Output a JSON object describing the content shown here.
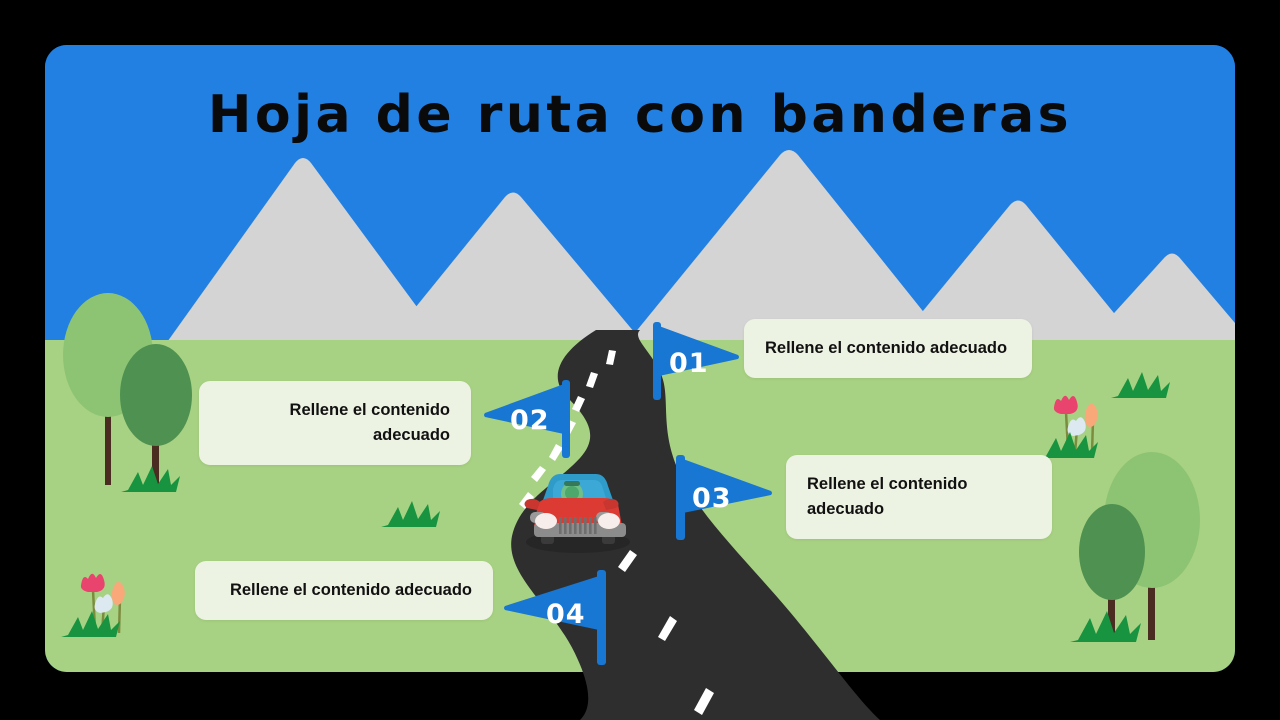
{
  "slide": {
    "title": "Hoja de ruta con banderas",
    "background_outer": "#000000",
    "sky_color": "#2280E3",
    "ground_color": "#A8D283",
    "mountain_color": "#D4D4D4",
    "road_color": "#2E2E2E",
    "flag_color": "#1877D2",
    "card_color": "#EDF3E3",
    "title_color": "#0A0A0A"
  },
  "milestones": [
    {
      "number": "01",
      "text": "Rellene el contenido adecuado",
      "side": "right",
      "direction": "right"
    },
    {
      "number": "02",
      "text": "Rellene el contenido adecuado",
      "side": "left",
      "direction": "left"
    },
    {
      "number": "03",
      "text": "Rellene el contenido adecuado",
      "side": "right",
      "direction": "right"
    },
    {
      "number": "04",
      "text": "Rellene el contenido adecuado",
      "side": "left",
      "direction": "left"
    }
  ],
  "scenery": {
    "car_body_color": "#DB3B33",
    "car_window_color": "#2E9BC9",
    "tree_light_color": "#8DC474",
    "tree_dark_color": "#4F9150",
    "trunk_color": "#4A2C20",
    "grass_color": "#18933F",
    "flower_pink": "#E8446E",
    "flower_white": "#DCE9F0",
    "flower_orange": "#F9A87A"
  }
}
